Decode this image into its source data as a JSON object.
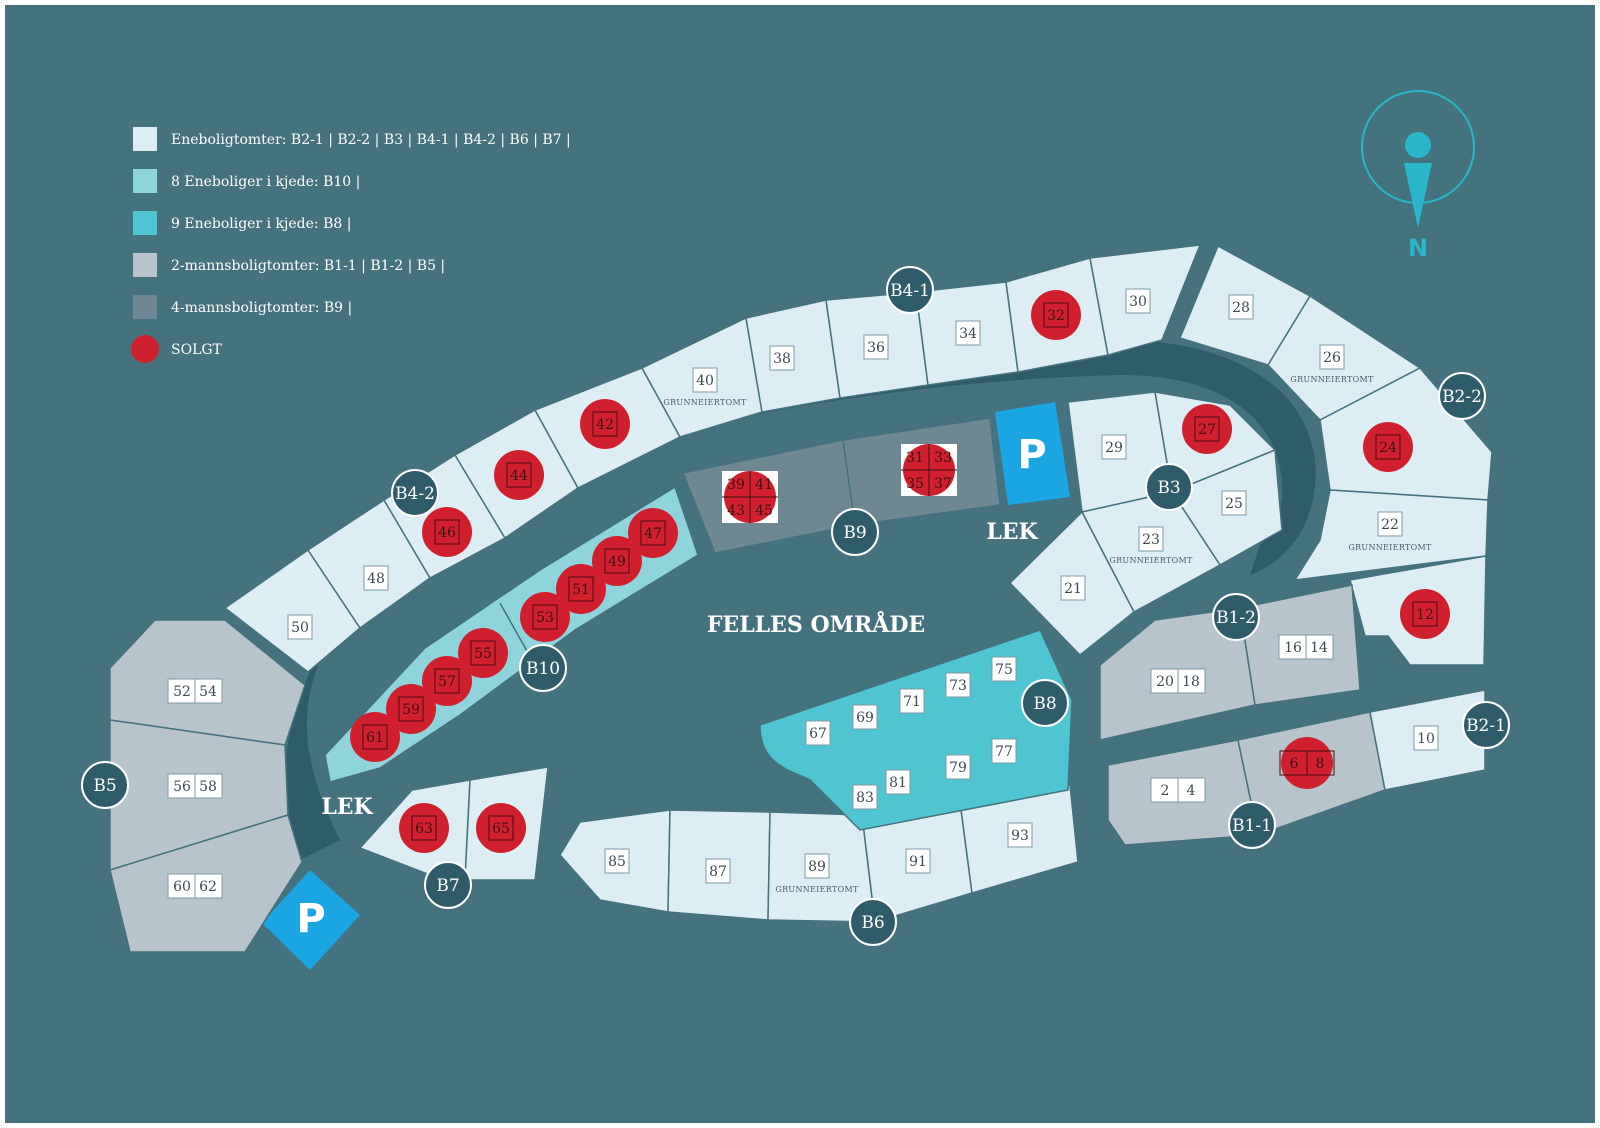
{
  "colors": {
    "background": "#45727f",
    "road": "#2f5c6a",
    "enebolig": "#dceef3",
    "kjede_b10": "#8fd3dd",
    "kjede_b8": "#4fc5d2",
    "tomannsbolig": "#b8c4cb",
    "firemannsbolig": "#6d8893",
    "sold": "#d0202d",
    "parking": "#1aa5e3",
    "north": "#29b6c8"
  },
  "legend": [
    {
      "key": "enebolig",
      "label": "Eneboligtomter: B2-1  |  B2-2  |   B3  |  B4-1  |  B4-2  |   B6  |  B7  |"
    },
    {
      "key": "kjede_b10",
      "label": "8 Eneboliger i kjede: B10  |"
    },
    {
      "key": "kjede_b8",
      "label": "9 Eneboliger i kjede: B8  |"
    },
    {
      "key": "tomannsbolig",
      "label": "2-mannsboligtomter: B1-1  |  B1-2  |   B5  |"
    },
    {
      "key": "firemannsbolig",
      "label": "4-mannsboligtomter: B9  |"
    },
    {
      "key": "sold",
      "label": "SOLGT"
    }
  ],
  "north_label": "N",
  "common_area_label": "FELLES OMRÅDE",
  "play_areas": [
    "LEK",
    "LEK"
  ],
  "parking_label": "P",
  "grunneiertomt_label": "GRUNNEIERTOMT",
  "areas": [
    "B4-1",
    "B4-2",
    "B2-2",
    "B3",
    "B9",
    "B10",
    "B5",
    "B7",
    "B6",
    "B8",
    "B1-2",
    "B1-1",
    "B2-1"
  ],
  "plots": [
    {
      "n": "28",
      "sold": false
    },
    {
      "n": "30",
      "sold": false
    },
    {
      "n": "32",
      "sold": true
    },
    {
      "n": "34",
      "sold": false
    },
    {
      "n": "36",
      "sold": false
    },
    {
      "n": "38",
      "sold": false
    },
    {
      "n": "40",
      "sold": false
    },
    {
      "n": "42",
      "sold": true
    },
    {
      "n": "44",
      "sold": true
    },
    {
      "n": "46",
      "sold": true
    },
    {
      "n": "48",
      "sold": false
    },
    {
      "n": "50",
      "sold": false
    },
    {
      "n": "26",
      "sold": false
    },
    {
      "n": "24",
      "sold": true
    },
    {
      "n": "22",
      "sold": false
    },
    {
      "n": "12",
      "sold": true
    },
    {
      "n": "29",
      "sold": false
    },
    {
      "n": "27",
      "sold": true
    },
    {
      "n": "25",
      "sold": false
    },
    {
      "n": "23",
      "sold": false
    },
    {
      "n": "21",
      "sold": false
    },
    {
      "n": "47",
      "sold": true
    },
    {
      "n": "49",
      "sold": true
    },
    {
      "n": "51",
      "sold": true
    },
    {
      "n": "53",
      "sold": true
    },
    {
      "n": "55",
      "sold": true
    },
    {
      "n": "57",
      "sold": true
    },
    {
      "n": "59",
      "sold": true
    },
    {
      "n": "61",
      "sold": true
    },
    {
      "n": "63",
      "sold": true
    },
    {
      "n": "65",
      "sold": true
    },
    {
      "n": "85",
      "sold": false
    },
    {
      "n": "87",
      "sold": false
    },
    {
      "n": "89",
      "sold": false
    },
    {
      "n": "91",
      "sold": false
    },
    {
      "n": "93",
      "sold": false
    },
    {
      "n": "67",
      "sold": false
    },
    {
      "n": "69",
      "sold": false
    },
    {
      "n": "71",
      "sold": false
    },
    {
      "n": "73",
      "sold": false
    },
    {
      "n": "75",
      "sold": false
    },
    {
      "n": "77",
      "sold": false
    },
    {
      "n": "79",
      "sold": false
    },
    {
      "n": "81",
      "sold": false
    },
    {
      "n": "83",
      "sold": false
    },
    {
      "n": "10",
      "sold": false
    }
  ],
  "double_plots": [
    {
      "a": "52",
      "b": "54",
      "sold": false
    },
    {
      "a": "56",
      "b": "58",
      "sold": false
    },
    {
      "a": "60",
      "b": "62",
      "sold": false
    },
    {
      "a": "16",
      "b": "14",
      "sold": false
    },
    {
      "a": "20",
      "b": "18",
      "sold": false
    },
    {
      "a": "2",
      "b": "4",
      "sold": false
    },
    {
      "a": "6",
      "b": "8",
      "sold": true
    }
  ],
  "quad_plots": [
    {
      "nums": [
        "39",
        "41",
        "43",
        "45"
      ],
      "sold": true
    },
    {
      "nums": [
        "31",
        "33",
        "35",
        "37"
      ],
      "sold": true
    }
  ]
}
